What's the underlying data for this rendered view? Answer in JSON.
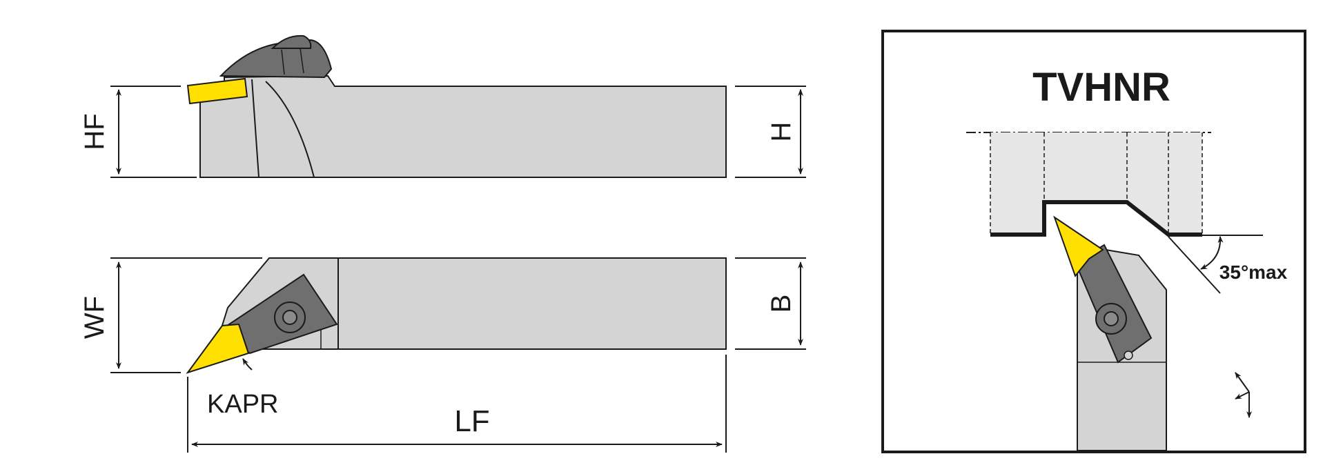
{
  "labels": {
    "hf": "HF",
    "h": "H",
    "wf": "WF",
    "b": "B",
    "kapr": "KAPR",
    "lf": "LF",
    "title": "TVHNR",
    "angle": "35°max"
  },
  "colors": {
    "body": "#d4d4d4",
    "dark": "#6f6f6f",
    "insert": "#ffe000",
    "outline": "#1a1a1a",
    "light": "#e6e6e6"
  }
}
